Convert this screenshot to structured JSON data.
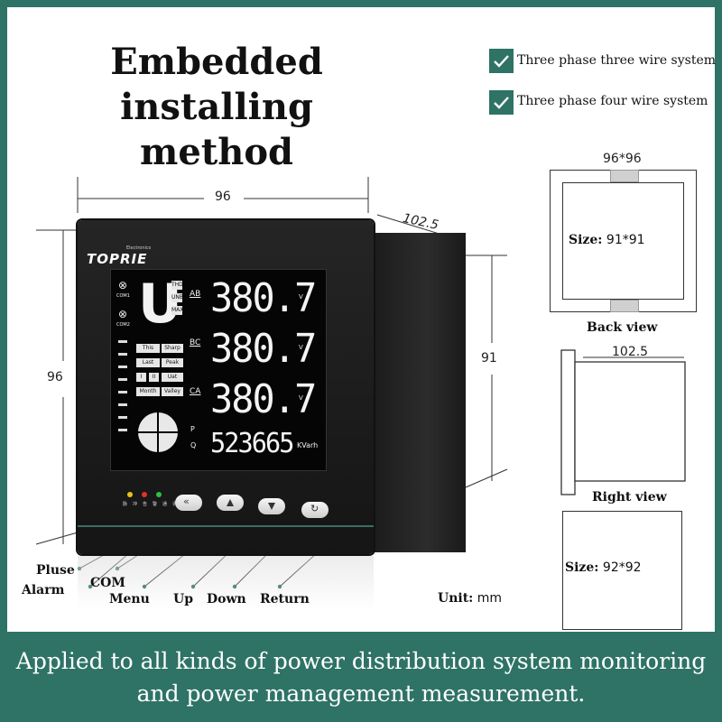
{
  "title": {
    "line1": "Embedded installing",
    "line2": "method"
  },
  "systems": [
    {
      "label": "Three phase three wire system",
      "icon": "checkmark-icon"
    },
    {
      "label": "Three phase four wire system",
      "icon": "checkmark-icon"
    }
  ],
  "dimensions": {
    "width": "96",
    "depth": "102.5",
    "height_left": "96",
    "height_right": "91",
    "unit_label": "Unit:",
    "unit": "mm"
  },
  "meter": {
    "brand": "TOPRIE",
    "brand_sub": "Electronics",
    "readings": [
      {
        "phase": "AB",
        "value": "380.7",
        "unit": "V"
      },
      {
        "phase": "BC",
        "value": "380.7",
        "unit": "V"
      },
      {
        "phase": "CA",
        "value": "380.7",
        "unit": "V"
      }
    ],
    "energy": {
      "value": "523665",
      "unit": "KVarh",
      "p": "P",
      "q": "Q"
    },
    "mode_letter": "U",
    "tags_top": [
      "THD",
      "UNB",
      "MAX"
    ],
    "tags": [
      "This",
      "Sharp",
      "Last",
      "Peak",
      "I",
      "II",
      "Uat",
      "Month",
      "Valley"
    ],
    "com_labels": [
      "COM1",
      "COM2"
    ],
    "led_labels": [
      "脉冲",
      "告警",
      "通讯"
    ],
    "buttons": [
      "menu-button",
      "up-button",
      "down-button",
      "return-button"
    ]
  },
  "labels": {
    "pulse": "Pluse",
    "alarm": "Alarm",
    "com": "COM",
    "menu": "Menu",
    "up": "Up",
    "down": "Down",
    "return": "Return"
  },
  "views": {
    "back": {
      "dim": "96*96",
      "size_label": "Size:",
      "size": "91*91",
      "caption": "Back view"
    },
    "right": {
      "dim": "102.5",
      "caption": "Right view"
    },
    "cutout": {
      "size_label": "Size:",
      "size": "92*92"
    }
  },
  "footer": {
    "line1": "Applied to all kinds of power distribution system monitoring",
    "line2": "and power management measurement."
  },
  "colors": {
    "accent": "#2e7365",
    "led_yellow": "#e8c020",
    "led_red": "#e03030",
    "led_green": "#30c040"
  }
}
